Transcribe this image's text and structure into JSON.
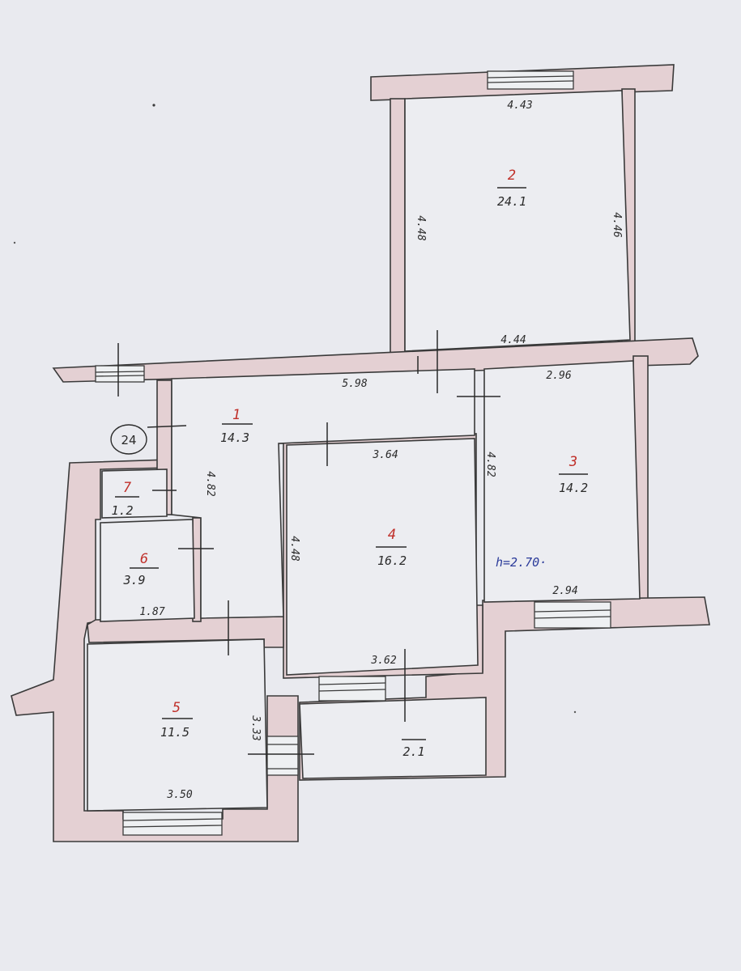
{
  "apartment_number": "24",
  "ceiling_height": "h=2.70·",
  "rooms": [
    {
      "id": "room-2",
      "number": "2",
      "area": "24.1"
    },
    {
      "id": "room-1",
      "number": "1",
      "area": "14.3"
    },
    {
      "id": "room-3",
      "number": "3",
      "area": "14.2"
    },
    {
      "id": "room-4",
      "number": "4",
      "area": "16.2"
    },
    {
      "id": "room-7",
      "number": "7",
      "area": "1.2"
    },
    {
      "id": "room-6",
      "number": "6",
      "area": "3.9"
    },
    {
      "id": "room-5",
      "number": "5",
      "area": "11.5"
    },
    {
      "id": "balcony",
      "number": "",
      "area": "2.1"
    }
  ],
  "dimensions": {
    "room2_top": "4.43",
    "room2_left": "4.48",
    "room2_right": "4.46",
    "room2_bottom": "4.44",
    "room1_top": "5.98",
    "room1_height": "4.82",
    "room3_top": "2.96",
    "room3_left": "4.82",
    "room3_bottom": "2.94",
    "room4_top": "3.64",
    "room4_left": "4.48",
    "room4_bottom": "3.62",
    "room6_bottom": "1.87",
    "room5_right": "3.33",
    "room5_bottom": "3.50"
  },
  "colors": {
    "wall_fill": "#e4d0d3",
    "paper": "#e9eaef",
    "room_number": "#c0302a",
    "height_note": "#2b3b9a"
  }
}
